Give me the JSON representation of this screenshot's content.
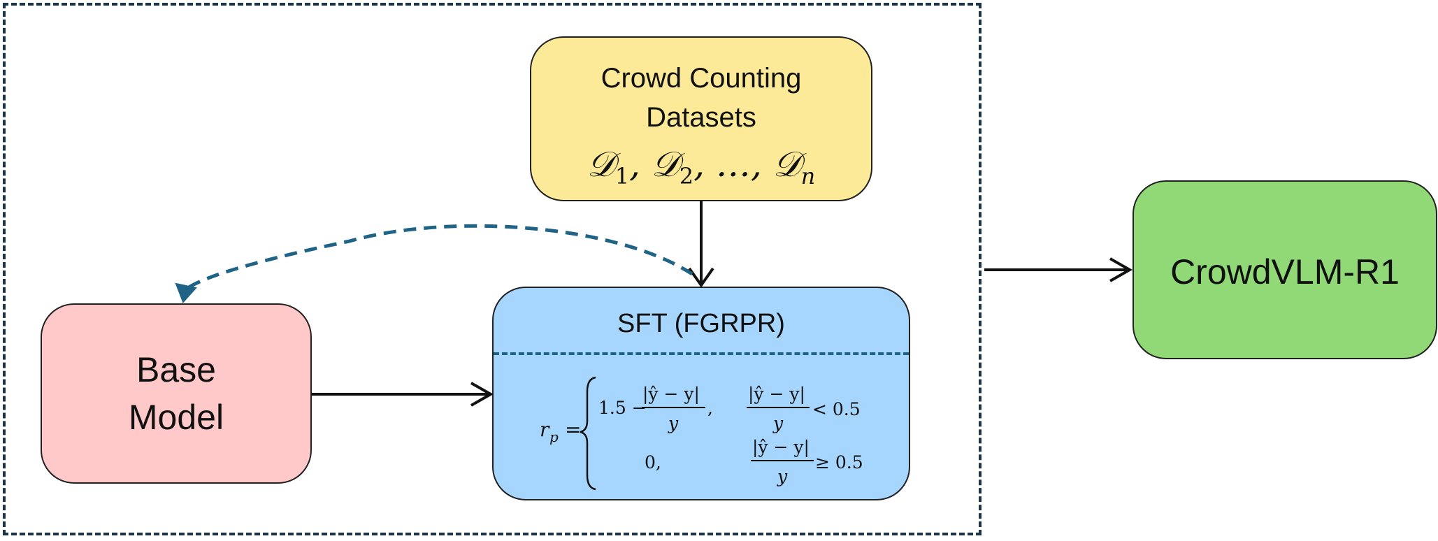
{
  "datasets": {
    "line1": "Crowd Counting",
    "line2": "Datasets",
    "math": "D1, D2, …, Dn"
  },
  "base_model": {
    "line1": "Base",
    "line2": "Model"
  },
  "sft": {
    "title": "SFT (FGRPR)",
    "formula": {
      "lhs": "r",
      "lhs_sub": "p",
      "equals": "=",
      "case1_value_prefix": "1.5 −",
      "case1_num": "|ŷ − y|",
      "case1_den": "y",
      "case1_comma": ",",
      "case1_cond_num": "|ŷ − y|",
      "case1_cond_den": "y",
      "case1_cond_rel": "< 0.5",
      "case2_value": "0,",
      "case2_cond_num": "|ŷ − y|",
      "case2_cond_den": "y",
      "case2_cond_rel": "≥ 0.5"
    }
  },
  "output": {
    "label": "CrowdVLM-R1"
  },
  "colors": {
    "datasets_fill": "#fdea99",
    "base_fill": "#ffc8c9",
    "sft_fill": "#a6d6fd",
    "output_fill": "#90d976",
    "dashed_arrow": "#1f6387",
    "frame": "#1d3446"
  }
}
